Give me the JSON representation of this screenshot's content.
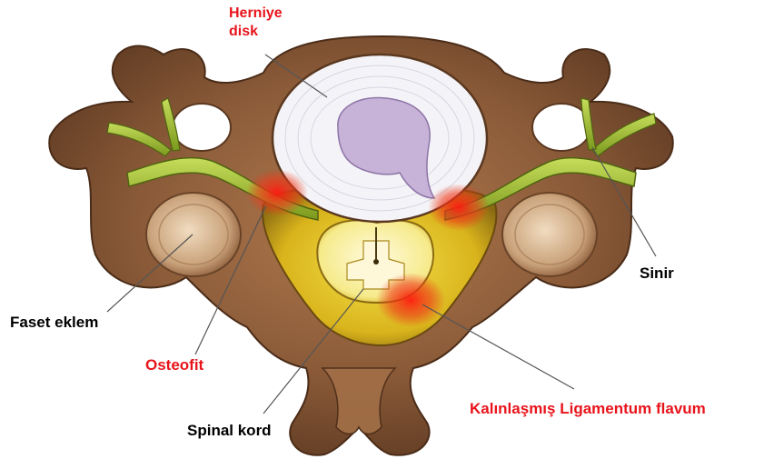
{
  "labels": {
    "herniated_disc_line1": "Herniye",
    "herniated_disc_line2": "disk",
    "nerve": "Sinir",
    "facet_joint": "Faset eklem",
    "osteophyte": "Osteofit",
    "thickened_ligamentum_flavum": "Kalınlaşmış Ligamentum flavum",
    "spinal_cord": "Spinal kord"
  },
  "colors": {
    "highlight_label": "#e8141b",
    "normal_label": "#000000",
    "bone": "#8a5a38",
    "bone_light": "#c9a27a",
    "nerve": "#a8c43a",
    "disc": "#f4f4f8",
    "nucleus": "#c7b2d8",
    "canal_fat": "#e6c21a",
    "inflammation": "#e82a1e"
  }
}
